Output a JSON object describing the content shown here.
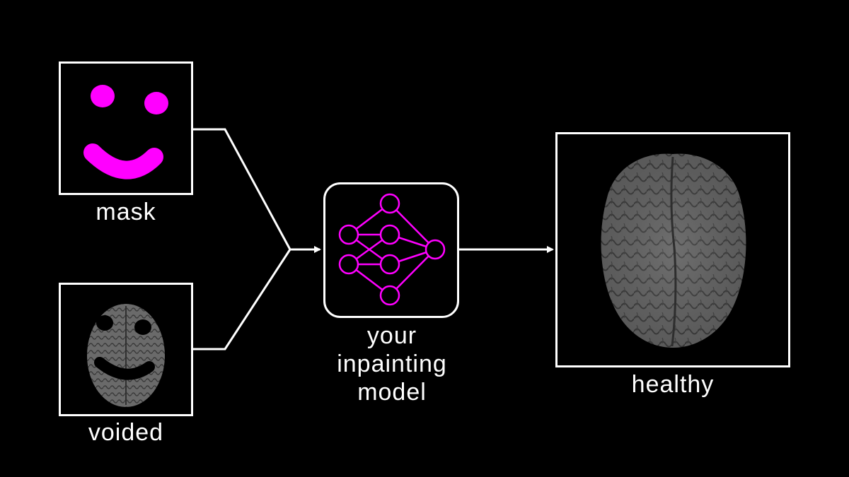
{
  "diagram": {
    "inputs": {
      "mask_label": "mask",
      "voided_label": "voided"
    },
    "model": {
      "lines": [
        "your",
        "inpainting",
        "model"
      ]
    },
    "output": {
      "label": "healthy"
    }
  },
  "colors": {
    "background": "#000000",
    "stroke": "#ffffff",
    "accent": "#ff00ff",
    "brain_tissue": "#6b6b6b"
  },
  "icons": {
    "model": "neural-network-icon"
  }
}
